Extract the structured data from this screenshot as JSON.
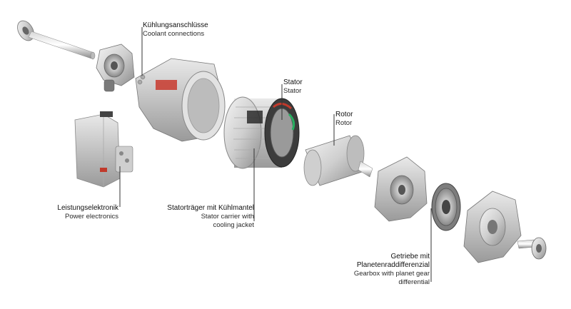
{
  "labels": {
    "coolant": {
      "de": "Kühlungsanschlüsse",
      "en": "Coolant connections"
    },
    "stator": {
      "de": "Stator",
      "en": "Stator"
    },
    "rotor": {
      "de": "Rotor",
      "en": "Rotor"
    },
    "power_electronics": {
      "de": "Leistungselektronik",
      "en": "Power electronics"
    },
    "stator_carrier": {
      "de": "Statorträger mit Kühlmantel",
      "en_line1": "Stator carrier with",
      "en_line2": "cooling jacket"
    },
    "gearbox": {
      "de_line1": "Getriebe mit",
      "de_line2": "Planetenraddifferenzial",
      "en_line1": "Gearbox with planet gear",
      "en_line2": "differential"
    }
  }
}
